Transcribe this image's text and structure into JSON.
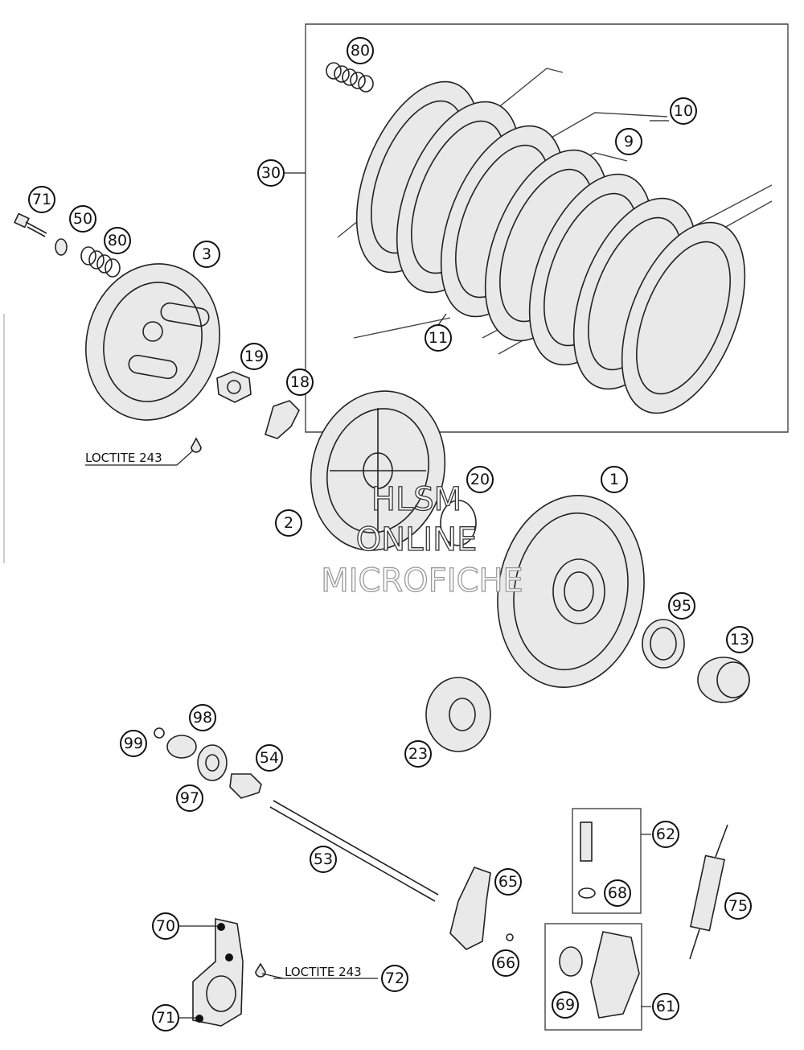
{
  "callouts": [
    {
      "id": "c80a",
      "label": "80"
    },
    {
      "id": "c10",
      "label": "10"
    },
    {
      "id": "c9",
      "label": "9"
    },
    {
      "id": "c30",
      "label": "30"
    },
    {
      "id": "c11",
      "label": "11"
    },
    {
      "id": "c71a",
      "label": "71"
    },
    {
      "id": "c50",
      "label": "50"
    },
    {
      "id": "c80b",
      "label": "80"
    },
    {
      "id": "c3",
      "label": "3"
    },
    {
      "id": "c19",
      "label": "19"
    },
    {
      "id": "c18",
      "label": "18"
    },
    {
      "id": "c20",
      "label": "20"
    },
    {
      "id": "c1",
      "label": "1"
    },
    {
      "id": "c2",
      "label": "2"
    },
    {
      "id": "c95",
      "label": "95"
    },
    {
      "id": "c13",
      "label": "13"
    },
    {
      "id": "c98",
      "label": "98"
    },
    {
      "id": "c99",
      "label": "99"
    },
    {
      "id": "c54",
      "label": "54"
    },
    {
      "id": "c97",
      "label": "97"
    },
    {
      "id": "c23",
      "label": "23"
    },
    {
      "id": "c62",
      "label": "62"
    },
    {
      "id": "c53",
      "label": "53"
    },
    {
      "id": "c65",
      "label": "65"
    },
    {
      "id": "c68",
      "label": "68"
    },
    {
      "id": "c75",
      "label": "75"
    },
    {
      "id": "c70",
      "label": "70"
    },
    {
      "id": "c66",
      "label": "66"
    },
    {
      "id": "c72",
      "label": "72"
    },
    {
      "id": "c69",
      "label": "69"
    },
    {
      "id": "c61",
      "label": "61"
    },
    {
      "id": "c71b",
      "label": "71"
    }
  ],
  "notes": {
    "loctite_upper": "LOCTITE 243",
    "loctite_lower": "LOCTITE 243"
  },
  "watermark": {
    "line1": "HLSM",
    "line2": "ONLINE",
    "line3": "MICROFICHE"
  }
}
